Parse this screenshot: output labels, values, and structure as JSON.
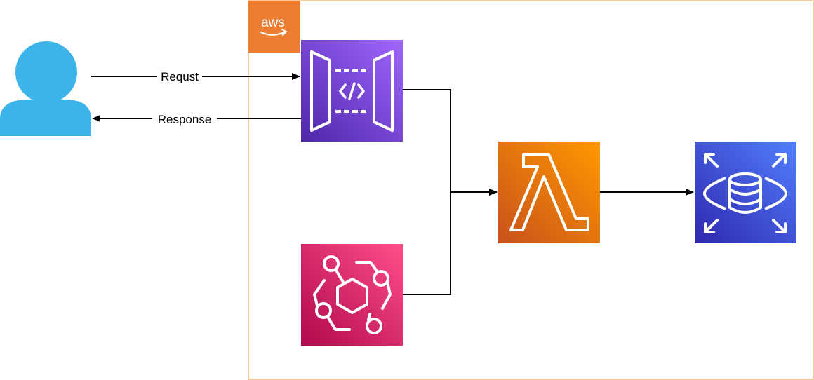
{
  "cloud": {
    "logo_text": "aws",
    "border_color": "#F0CDA6",
    "logo_bg": "#ED7D31"
  },
  "nodes": {
    "user": {
      "icon": "user-icon",
      "color": "#3CB4EA"
    },
    "api_gateway": {
      "icon": "api-gateway-icon",
      "color": "#5A3FD1"
    },
    "eventbridge": {
      "icon": "eventbridge-icon",
      "color": "#D6336C"
    },
    "lambda": {
      "icon": "lambda-icon",
      "color": "#E8711E"
    },
    "rds": {
      "icon": "rds-database-icon",
      "color": "#2F4FD8"
    }
  },
  "edges": {
    "request_label": "Requst",
    "response_label": "Response"
  }
}
